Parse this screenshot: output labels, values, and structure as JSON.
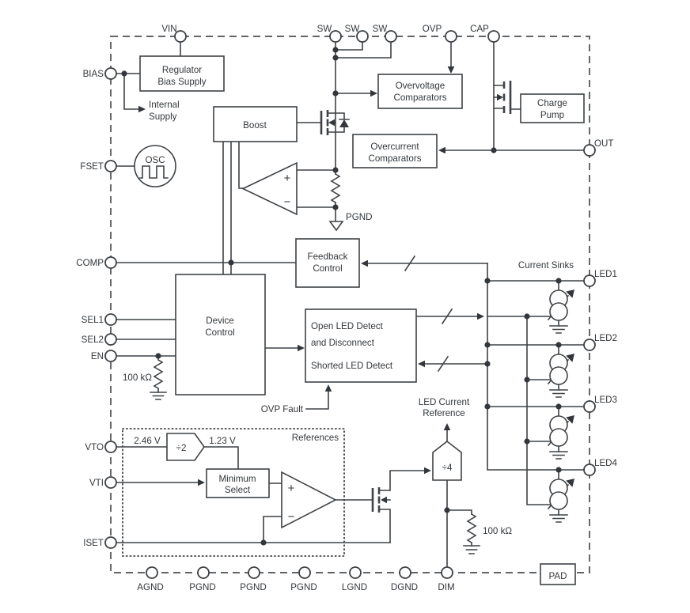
{
  "colors": {
    "line": "#3e4246",
    "text": "#33373b",
    "background": "#ffffff"
  },
  "pins": {
    "top": {
      "vin": "VIN",
      "sw1": "SW",
      "sw2": "SW",
      "sw3": "SW",
      "ovp": "OVP",
      "cap": "CAP"
    },
    "left": {
      "bias": "BIAS",
      "fset": "FSET",
      "comp": "COMP",
      "sel1": "SEL1",
      "sel2": "SEL2",
      "en": "EN",
      "vto": "VTO",
      "vti": "VTI",
      "iset": "ISET"
    },
    "right": {
      "out": "OUT",
      "led1": "LED1",
      "led2": "LED2",
      "led3": "LED3",
      "led4": "LED4"
    },
    "bottom": {
      "agnd": "AGND",
      "pgnd1": "PGND",
      "pgnd2": "PGND",
      "pgnd3": "PGND",
      "lgnd": "LGND",
      "dgnd": "DGND",
      "dim": "DIM",
      "pad": "PAD"
    }
  },
  "blocks": {
    "regulator": {
      "l1": "Regulator",
      "l2": "Bias Supply"
    },
    "boost": {
      "l1": "Boost"
    },
    "overvoltage": {
      "l1": "Overvoltage",
      "l2": "Comparators"
    },
    "charge_pump": {
      "l1": "Charge",
      "l2": "Pump"
    },
    "overcurrent": {
      "l1": "Overcurrent",
      "l2": "Comparators"
    },
    "feedback": {
      "l1": "Feedback",
      "l2": "Control"
    },
    "device_control": {
      "l1": "Device",
      "l2": "Control"
    },
    "open_led": {
      "l1": "Open LED Detect",
      "l2": "and Disconnect",
      "l3": "Shorted LED Detect"
    },
    "minimum_select": {
      "l1": "Minimum",
      "l2": "Select"
    },
    "osc": {
      "l1": "OSC"
    },
    "div2": {
      "l1": "÷2"
    },
    "div4": {
      "l1": "÷4"
    }
  },
  "labels": {
    "internal_supply_l1": "Internal",
    "internal_supply_l2": "Supply",
    "pgnd": "PGND",
    "current_sinks": "Current Sinks",
    "ovp_fault": "OVP Fault",
    "led_current_reference_l1": "LED Current",
    "led_current_reference_l2": "Reference",
    "references": "References",
    "v_2_46": "2.46 V",
    "v_1_23": "1.23 V",
    "r_en": "100 kΩ",
    "r_dim": "100 kΩ",
    "comp1_plus": "+",
    "comp1_minus": "−",
    "comp2_plus": "+",
    "comp2_minus": "−"
  }
}
